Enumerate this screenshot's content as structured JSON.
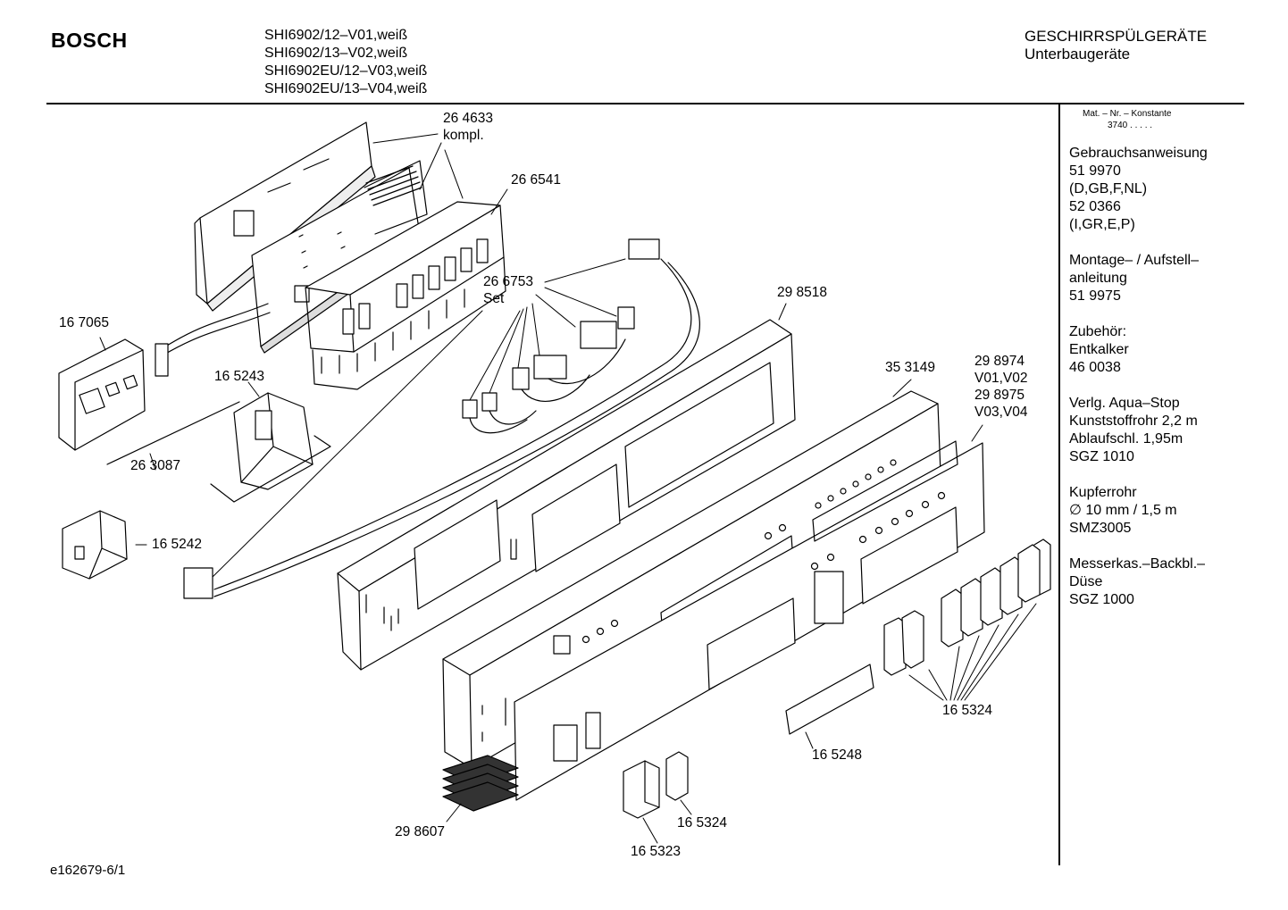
{
  "header": {
    "brand": "BOSCH",
    "models": [
      "SHI6902/12–V01,weiß",
      "SHI6902/13–V02,weiß",
      "SHI6902EU/12–V03,weiß",
      "SHI6902EU/13–V04,weiß"
    ],
    "category": "GESCHIRRSPÜLGERÄTE",
    "subcategory": "Unterbaugeräte"
  },
  "sidebar": {
    "mat_label": "Mat. – Nr. – Konstante",
    "mat_value": "3740  .  .  .  .  .",
    "groups": [
      [
        "Gebrauchsanweisung",
        "51 9970",
        "(D,GB,F,NL)",
        "52 0366",
        "(I,GR,E,P)"
      ],
      [
        "Montage– / Aufstell–",
        "anleitung",
        "51 9975"
      ],
      [
        "Zubehör:",
        "Entkalker",
        "46 0038"
      ],
      [
        "Verlg. Aqua–Stop",
        "Kunststoffrohr 2,2 m",
        "Ablaufschl. 1,95m",
        "SGZ 1010"
      ],
      [
        "Kupferrohr",
        "∅ 10 mm / 1,5 m",
        "SMZ3005"
      ],
      [
        "Messerkas.–Backbl.–",
        "Düse",
        "SGZ 1000"
      ]
    ]
  },
  "diagram": {
    "part_labels": [
      {
        "lines": [
          "26 4633",
          "kompl."
        ]
      },
      {
        "lines": [
          "26 6541"
        ]
      },
      {
        "lines": [
          "26 6753",
          "Set"
        ]
      },
      {
        "lines": [
          "29 8518"
        ]
      },
      {
        "lines": [
          "16 7065"
        ]
      },
      {
        "lines": [
          "16 5243"
        ]
      },
      {
        "lines": [
          "26 3087"
        ]
      },
      {
        "lines": [
          "16 5242"
        ]
      },
      {
        "lines": [
          "35 3149"
        ]
      },
      {
        "lines": [
          "29 8974",
          "V01,V02",
          "29 8975",
          "V03,V04"
        ]
      },
      {
        "lines": [
          "16 5324"
        ]
      },
      {
        "lines": [
          "16 5248"
        ]
      },
      {
        "lines": [
          "29 8607"
        ]
      },
      {
        "lines": [
          "16 5324"
        ]
      },
      {
        "lines": [
          "16 5323"
        ]
      }
    ]
  },
  "footer": {
    "drawing_id": "e162679-6/1"
  }
}
